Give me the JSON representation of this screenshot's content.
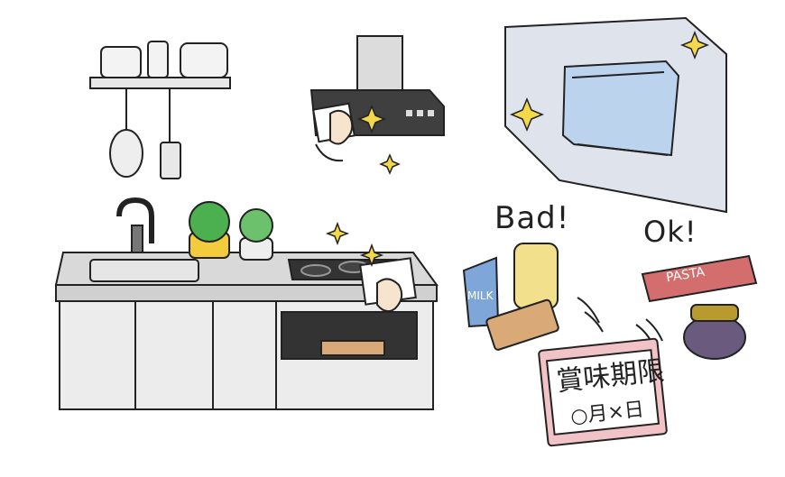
{
  "texts": {
    "bad": "Bad!",
    "ok": "Ok!",
    "milk": "MILK",
    "pasta": "PASTA",
    "expiry_title": "賞味期限",
    "expiry_date": "○月×日"
  },
  "colors": {
    "outline": "#222222",
    "counter_gray": "#d9d9d9",
    "cabinet_gray": "#ececec",
    "sink_gray": "#e6e6e6",
    "stove_dark": "#333333",
    "hood_dark": "#3f3f3f",
    "plant_green": "#4caf50",
    "pot_yellow": "#f2cc3c",
    "fridge_bg": "#dfe4ec",
    "basket_blue": "#bcd3ee",
    "sparkle_yellow": "#f3d84a",
    "card_pink": "#f1c3c7",
    "milk_blue": "#7fa6d8",
    "pasta_red": "#d46e6e",
    "jar_purple": "#6a5a7d",
    "jar_lid_gold": "#b99a2e",
    "can_yellow": "#f2e08c",
    "skin": "#f7e4cf",
    "board_tan": "#d9a977"
  },
  "icons": [
    "sparkle-icon",
    "motion-lines-icon"
  ]
}
